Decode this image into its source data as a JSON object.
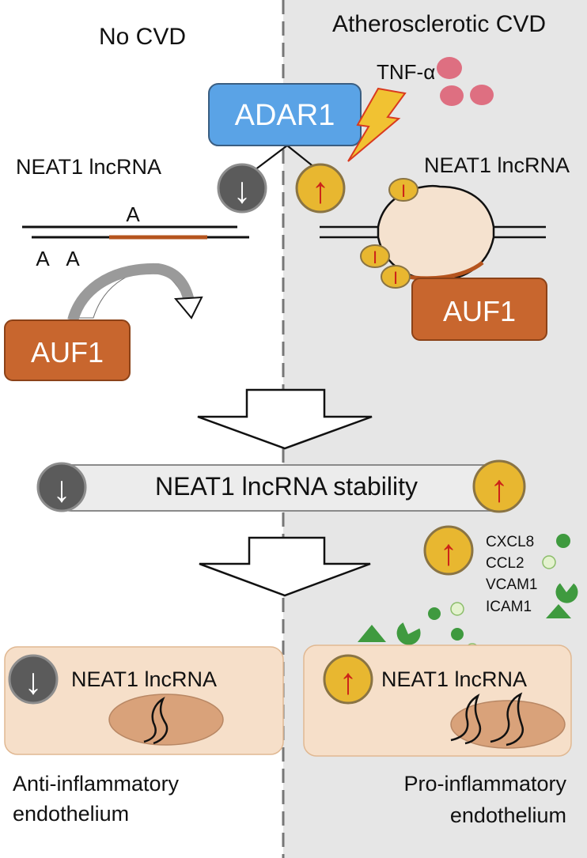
{
  "headers": {
    "left": "No CVD",
    "right": "Atherosclerotic CVD"
  },
  "top": {
    "adar1_label": "ADAR1",
    "tnf_label": "TNF-α",
    "neat1_left_label": "NEAT1 lncRNA",
    "neat1_right_label": "NEAT1 lncRNA",
    "editing_site_top": "A",
    "editing_sites_bottom": [
      "A",
      "A"
    ],
    "auf1_left_label": "AUF1",
    "auf1_right_label": "AUF1"
  },
  "indicators": {
    "down_glyph": "↓",
    "up_glyph": "↑",
    "edited_base_glyph": "I"
  },
  "stability_bar_label": "NEAT1 lncRNA stability",
  "legend": {
    "items": [
      {
        "label": "CXCL8",
        "shape": "filled-circle"
      },
      {
        "label": "CCL2",
        "shape": "pale-circle"
      },
      {
        "label": "VCAM1",
        "shape": "pacman"
      },
      {
        "label": "ICAM1",
        "shape": "triangle"
      }
    ]
  },
  "cells": {
    "left_cell_label": "NEAT1 lncRNA",
    "right_cell_label": "NEAT1 lncRNA",
    "left_caption": [
      "Anti-inflammatory",
      "endothelium"
    ],
    "right_caption": [
      "Pro-inflammatory",
      "endothelium"
    ]
  },
  "colors": {
    "right_panel_bg": "#e6e6e6",
    "divider": "#777777",
    "adar1_fill": "#5aa3e6",
    "adar1_stroke": "#3a5e82",
    "auf1_fill": "#c8662e",
    "auf1_stroke": "#8c4218",
    "up_circle_fill": "#e8b730",
    "up_circle_stroke": "#8a7444",
    "up_arrow": "#cc2218",
    "down_circle_fill": "#5b5b5b",
    "down_circle_stroke": "#8d8d8d",
    "down_arrow": "#ffffff",
    "tnf_particles": "#de6f81",
    "bolt_fill": "#f1c232",
    "bolt_stroke": "#d93a1f",
    "edited_region": "#b5541e",
    "loop_fill": "#f5e2cf",
    "cell_fill": "#f6dfc9",
    "cell_stroke": "#e0b892",
    "nucleus_fill": "#d9a27a",
    "nucleus_stroke": "#b88764",
    "bar_fill": "#ececec",
    "bar_stroke": "#8a8a8a",
    "green_dark": "#3f9a3f",
    "green_pale": "#e4f2cf",
    "green_pale_stroke": "#8bbd6a"
  },
  "icons": {
    "tnf": "tnf-alpha-particles-icon",
    "bolt": "lightning-bolt-icon",
    "up": "up-arrow-icon",
    "down": "down-arrow-icon"
  }
}
